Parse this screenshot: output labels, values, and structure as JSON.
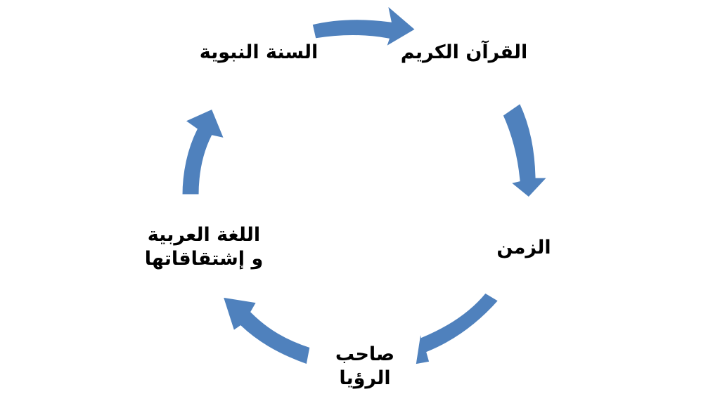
{
  "nodes": {
    "quran": {
      "text": "القرآن الكريم"
    },
    "time": {
      "text": "الزمن"
    },
    "dreamer": {
      "line1": "صاحب",
      "line2": "الرؤيا"
    },
    "language": {
      "line1": "اللغة العربية",
      "line2": "و إشتقاقاتها"
    },
    "sunnah": {
      "text": "السنة النبوية"
    }
  },
  "colors": {
    "arrow_fill": "#4f81bd",
    "arrow_outline": "#ffffff",
    "text": "#000000",
    "background": "#ffffff"
  }
}
